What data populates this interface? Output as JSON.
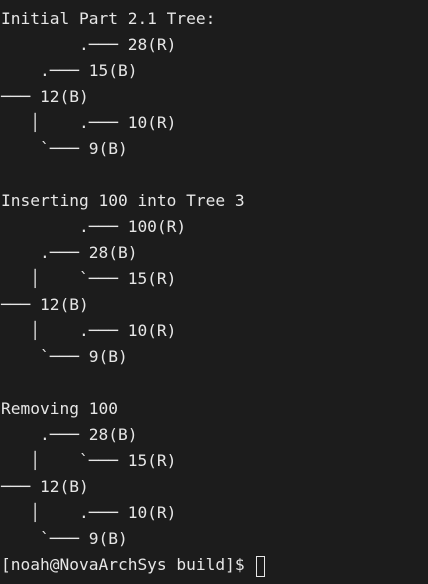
{
  "terminal": {
    "lines": [
      "Initial Part 2.1 Tree:",
      "        .─── 28(R)",
      "    .─── 15(B)",
      "─── 12(B)",
      "   │    .─── 10(R)",
      "    `─── 9(B)",
      "",
      "Inserting 100 into Tree 3",
      "        .─── 100(R)",
      "    .─── 28(B)",
      "   │    `─── 15(R)",
      "─── 12(B)",
      "   │    .─── 10(R)",
      "    `─── 9(B)",
      "",
      "Removing 100",
      "    .─── 28(B)",
      "   │    `─── 15(R)",
      "─── 12(B)",
      "   │    .─── 10(R)",
      "    `─── 9(B)"
    ],
    "prompt": "[noah@NovaArchSys build]$ "
  }
}
